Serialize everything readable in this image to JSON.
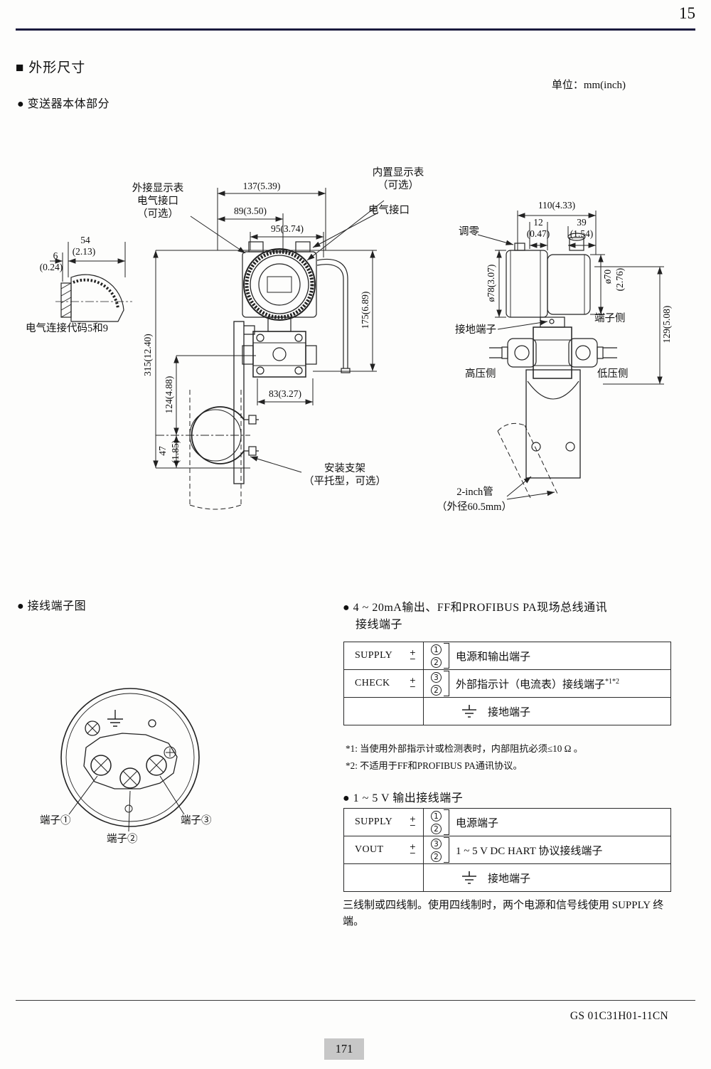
{
  "page": {
    "number": "15",
    "unit": "单位：mm(inch)",
    "doc_code": "GS 01C31H01-11CN",
    "page_num": "171"
  },
  "headings": {
    "outline": "■ 外形尺寸",
    "body_part": "● 变送器本体部分",
    "terminal_diagram": "● 接线端子图",
    "comm1": "● 4 ~ 20mA输出、FF和PROFIBUS PA现场总线通讯",
    "comm2": "接线端子",
    "v_out": "● 1 ~ 5 V 输出接线端子"
  },
  "front": {
    "dim137": "137(5.39)",
    "dim89": "89(3.50)",
    "dim95": "95(3.74)",
    "dim175": "175(6.89)",
    "dim315": "315(12.40)",
    "dim124": "124(4.88)",
    "dim47": "47",
    "dim47b": "(1.85)",
    "dim83": "83(3.27)",
    "ext_display": [
      "外接显示表",
      "电气接口",
      "（可选）"
    ],
    "int_display": [
      "内置显示表",
      "（可选）"
    ],
    "elec_port": "电气接口",
    "bracket": [
      "安装支架",
      "（平托型，可选）"
    ]
  },
  "connector": {
    "dim54": "54",
    "dim54b": "(2.13)",
    "dim6": "6",
    "dim6b": "(0.24)",
    "label": "电气连接代码5和9"
  },
  "side": {
    "dim110": "110(4.33)",
    "dim12": "12",
    "dim12b": "(0.47)",
    "dim39": "39",
    "dim39b": "(1.54)",
    "dim78": "ø78(3.07)",
    "dim70": "ø70",
    "dim70b": "(2.76)",
    "dim129": "129(5.08)",
    "zero_adjust": "调零",
    "ground": "接地端子",
    "terminal_side": "端子侧",
    "high_side": "高压侧",
    "low_side": "低压侧",
    "pipe1": "2-inch管",
    "pipe2": "（外径60.5mm）"
  },
  "wiring": {
    "t1": "端子①",
    "t2": "端子②",
    "t3": "端子③"
  },
  "table1": {
    "rows": [
      {
        "name": "SUPPLY",
        "plus": "+",
        "minus": "−",
        "c1": "1",
        "c2": "2",
        "desc": "电源和输出端子"
      },
      {
        "name": "CHECK",
        "plus": "+",
        "minus": "−",
        "c1": "3",
        "c2": "2",
        "desc": "外部指示计（电流表）接线端子",
        "sup": "*1*2"
      },
      {
        "desc": "接地端子"
      }
    ]
  },
  "notes": {
    "n1": "*1:  当使用外部指示计或检测表时，内部阻抗必须≤10 Ω 。",
    "n2": "*2:  不适用于FF和PROFIBUS PA通讯协议。"
  },
  "table2": {
    "rows": [
      {
        "name": "SUPPLY",
        "plus": "+",
        "minus": "−",
        "c1": "1",
        "c2": "2",
        "desc": "电源端子"
      },
      {
        "name": "VOUT",
        "plus": "+",
        "minus": "−",
        "c1": "3",
        "c2": "2",
        "desc": "1 ~ 5 V DC HART 协议接线端子"
      },
      {
        "desc": "接地端子"
      }
    ]
  },
  "bottom_note": "三线制或四线制。使用四线制时，两个电源和信号线使用 SUPPLY 终端。"
}
